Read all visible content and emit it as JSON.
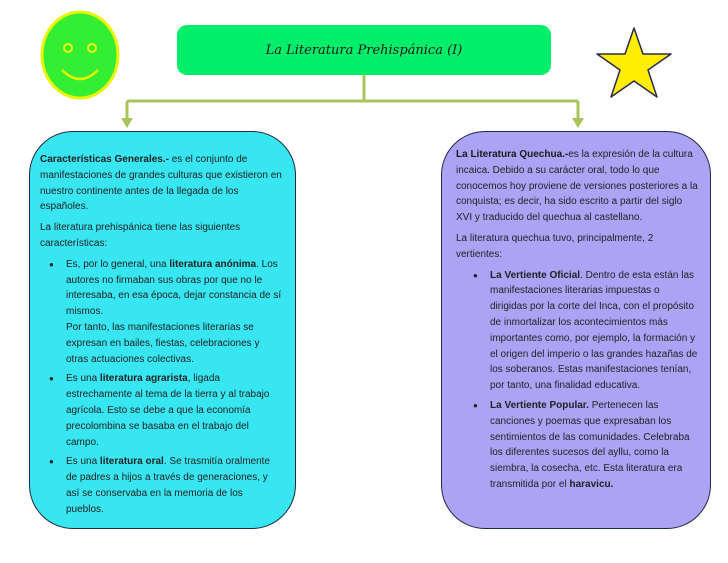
{
  "title": "La Literatura Prehispánica (I)",
  "colors": {
    "title_box": "#00ee6a",
    "smiley_fill": "#33ee33",
    "smiley_border": "#e8f400",
    "star_fill": "#ffee00",
    "connector": "#a9c45a",
    "left_panel": "#37e6f0",
    "right_panel": "#aca3f5"
  },
  "left": {
    "heading": "Características Generales.-",
    "intro_rest": " es el conjunto de manifestaciones de grandes culturas que existieron en nuestro continente antes de la llegada de los españoles.",
    "para2": "La literatura prehispánica tiene las siguientes características:",
    "bullets": [
      {
        "pre": "Es, por lo general, una ",
        "bold": "literatura anónima",
        "post": ". Los autores no firmaban sus obras por que no le interesaba, en esa época, dejar constancia de sí mismos.",
        "extra": "Por tanto, las manifestaciones literarias se expresan en bailes, fiestas, celebraciones y otras actuaciones colectivas."
      },
      {
        "pre": "Es una ",
        "bold": "literatura agrarista",
        "post": ", ligada estrechamente al tema de la tierra y al trabajo agrícola. Esto se debe a que la economía precolombina se basaba en el trabajo del campo."
      },
      {
        "pre": "Es una ",
        "bold": "literatura oral",
        "post": ". Se trasmitía oralmente de padres a hijos a través de generaciones, y así se conservaba en la memoria de los pueblos."
      }
    ]
  },
  "right": {
    "heading": "La Literatura Quechua.-",
    "intro_rest": "es la expresión de la cultura incaica. Debido a su carácter oral, todo lo que conocemos hoy  proviene de versiones posteriores a la conquista; es decir, ha sido escrito a partir del siglo XVI y traducido del quechua al castellano.",
    "para2": "La literatura quechua tuvo, principalmente, 2 vertientes:",
    "bullets": [
      {
        "bold": "La Vertiente Oficial",
        "post": ". Dentro de esta están las manifestaciones literarias impuestas o dirigidas por la corte del Inca, con el propósito de inmortalizar los acontecimientos más importantes como, por ejemplo, la formación y el origen del imperio o las grandes hazañas de los soberanos. Estas manifestaciones tenían, por tanto, una finalidad educativa."
      },
      {
        "bold": "La Vertiente Popular.",
        "post": " Pertenecen las canciones y poemas que expresaban los sentimientos de las comunidades. Celebraba los diferentes sucesos del ayllu, como la siembra, la cosecha, etc. Esta literatura era transmitida por el ",
        "bold2": "haravicu."
      }
    ]
  }
}
